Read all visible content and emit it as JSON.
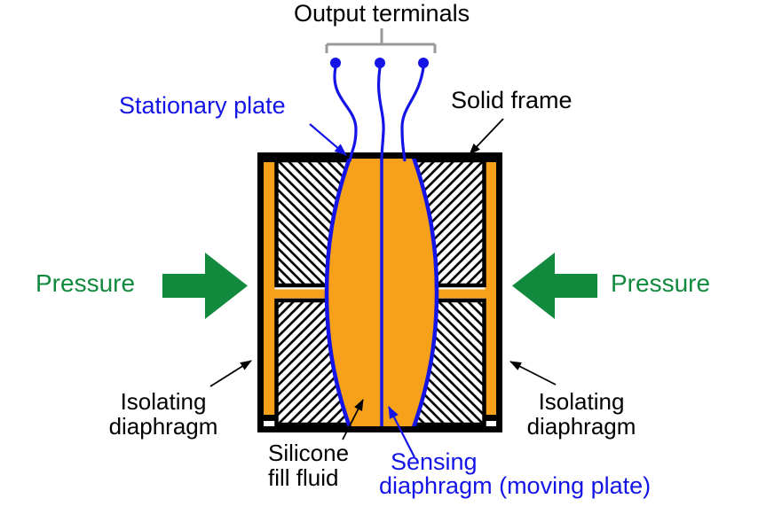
{
  "figure": {
    "labels": {
      "output_terminals": "Output terminals",
      "stationary_plate": "Stationary plate",
      "solid_frame": "Solid frame",
      "pressure_left": "Pressure",
      "pressure_right": "Pressure",
      "isolating_diaphragm_left": {
        "line1": "Isolating",
        "line2": "diaphragm"
      },
      "isolating_diaphragm_right": {
        "line1": "Isolating",
        "line2": "diaphragm"
      },
      "silicone_fill_fluid": {
        "line1": "Silicone",
        "line2": "fill fluid"
      },
      "sensing_diaphragm": {
        "line1": "Sensing",
        "line2": "diaphragm (moving plate)"
      }
    },
    "colors": {
      "fill_fluid_orange": "#F7A11A",
      "plate_blue": "#1414E6",
      "pressure_green": "#128A3E",
      "bracket_gray": "#999999",
      "frame_black": "#000000"
    }
  }
}
